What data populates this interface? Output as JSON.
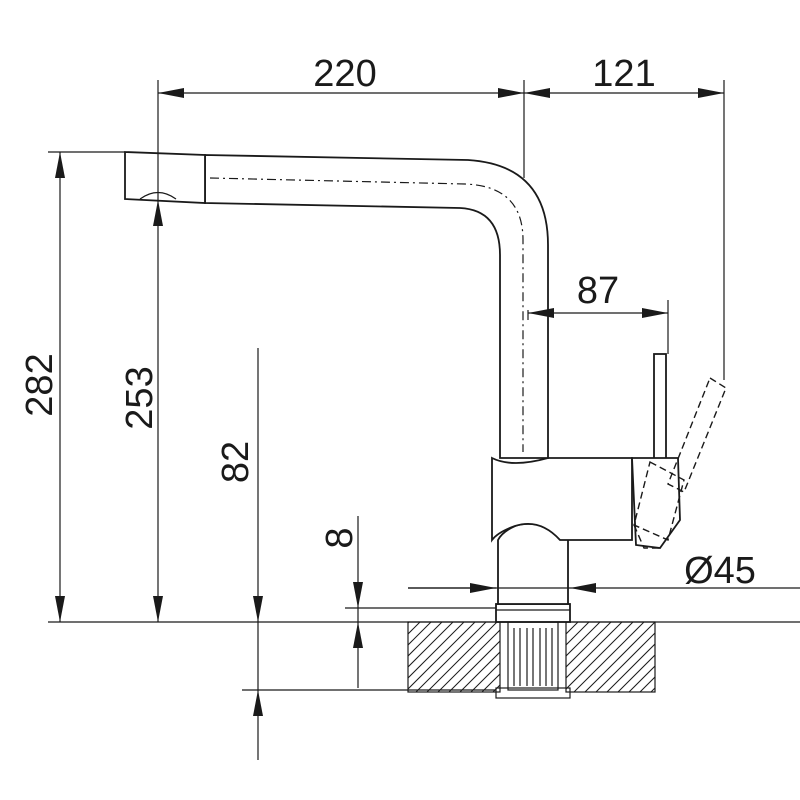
{
  "dimensions": {
    "spout_reach": "220",
    "lever_offset": "121",
    "lever_to_body": "87",
    "total_height": "282",
    "outlet_height": "253",
    "body_height": "82",
    "base_thickness": "8",
    "base_diameter": "Ø45"
  },
  "colors": {
    "line": "#1a1a1a",
    "background": "#ffffff"
  }
}
